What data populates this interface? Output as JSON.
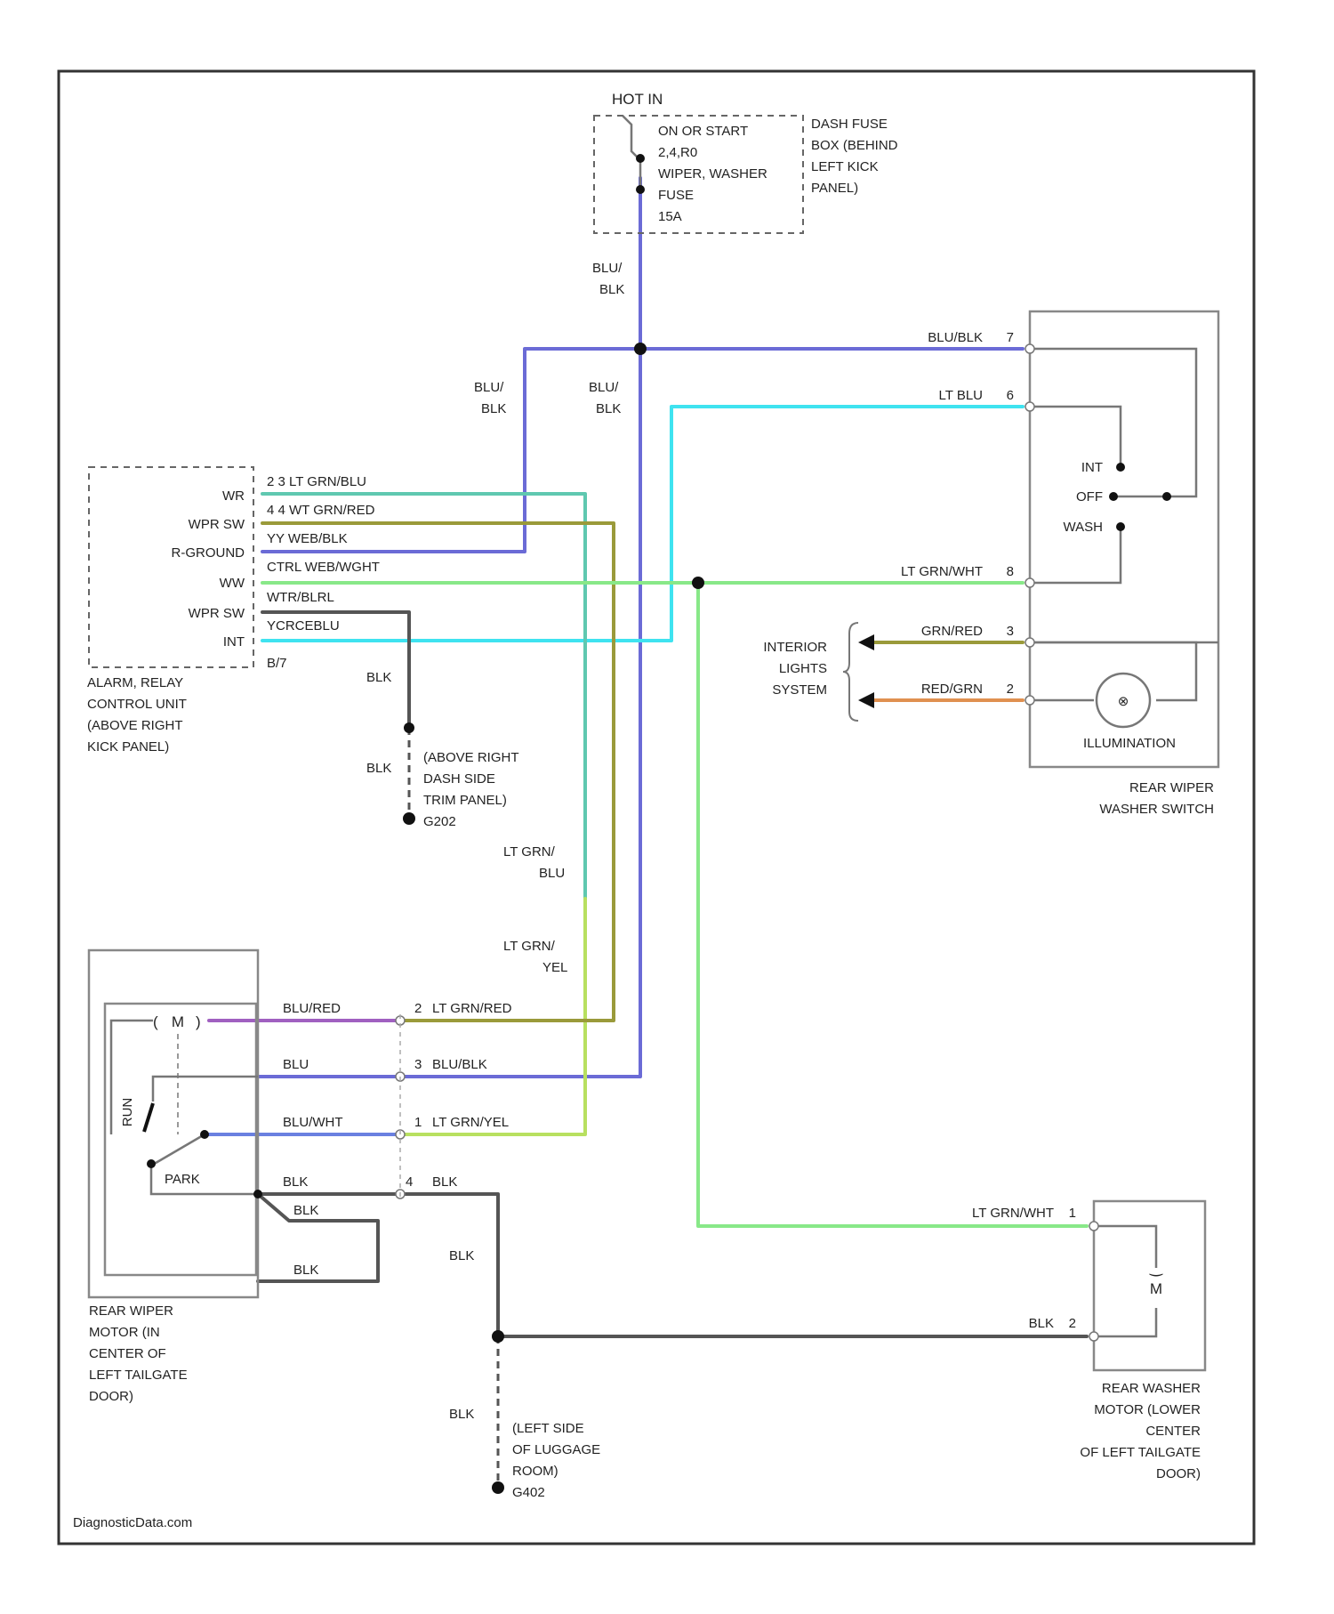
{
  "colors": {
    "blu_blk": "#6b6bd6",
    "lt_blu": "#3fe3f0",
    "lt_grn_blu": "#5fc8b0",
    "lt_grn_yel": "#b8e060",
    "lt_grn_wht": "#88e888",
    "blk": "#555555",
    "grn_red": "#9a9a3a",
    "red_grn": "#e09050",
    "blu_red": "#a060c0",
    "blu_wht": "#6a80e0"
  },
  "fuse": {
    "header": "HOT IN",
    "lines": [
      "ON OR START",
      "2,4,R0",
      "WIPER, WASHER",
      "FUSE",
      "15A"
    ],
    "location": [
      "DASH FUSE",
      "BOX (BEHIND",
      "LEFT KICK",
      "PANEL)"
    ],
    "wire": [
      "BLU/",
      "BLK"
    ]
  },
  "relay": {
    "pins": [
      "WR",
      "WPR SW",
      "R-GROUND",
      "WW",
      "WPR SW",
      "INT"
    ],
    "wires": [
      "2 3 LT GRN/BLU",
      "4 4 WT GRN/RED",
      "YY WEB/BLK",
      "CTRL WEB/WGHT",
      "WTR/BLRL",
      "YCRCEBLU"
    ],
    "connector": "B/7",
    "title": [
      "ALARM, RELAY",
      "CONTROL UNIT",
      "(ABOVE RIGHT",
      "KICK PANEL)"
    ]
  },
  "ground_g202": {
    "wire1": "BLK",
    "wire2": "BLK",
    "location": [
      "(ABOVE RIGHT",
      "DASH SIDE",
      "TRIM PANEL)",
      "G202"
    ]
  },
  "mid_labels": {
    "blu_blk_left": [
      "BLU/",
      "BLK"
    ],
    "blu_blk_mid": [
      "BLU/",
      "BLK"
    ],
    "lt_grn_blu": [
      "LT GRN/",
      "BLU"
    ],
    "lt_grn_yel": [
      "LT GRN/",
      "YEL"
    ]
  },
  "switch": {
    "wires": [
      {
        "name": "BLU/BLK",
        "pin": "7"
      },
      {
        "name": "LT BLU",
        "pin": "6"
      },
      {
        "name": "LT GRN/WHT",
        "pin": "8"
      },
      {
        "name": "GRN/RED",
        "pin": "3"
      },
      {
        "name": "RED/GRN",
        "pin": "2"
      }
    ],
    "positions": [
      "INT",
      "OFF",
      "WASH"
    ],
    "illumination": "ILLUMINATION",
    "title": [
      "REAR WIPER",
      "WASHER SWITCH"
    ]
  },
  "interior": [
    "INTERIOR",
    "LIGHTS",
    "SYSTEM"
  ],
  "motor": {
    "symbol": "M",
    "wires_left": [
      "BLU/RED",
      "BLU",
      "BLU/WHT",
      "BLK"
    ],
    "wires_right": [
      {
        "pin": "2",
        "name": "LT GRN/RED"
      },
      {
        "pin": "3",
        "name": "BLU/BLK"
      },
      {
        "pin": "1",
        "name": "LT GRN/YEL"
      },
      {
        "pin": "4",
        "name": "BLK"
      }
    ],
    "run": "RUN",
    "park": "PARK",
    "inner_wires": [
      "BLK",
      "BLK"
    ],
    "title": [
      "REAR WIPER",
      "MOTOR (IN",
      "CENTER OF",
      "LEFT TAILGATE",
      "DOOR)"
    ]
  },
  "washer": {
    "wire1": {
      "name": "LT GRN/WHT",
      "pin": "1"
    },
    "wire2": {
      "name": "BLK",
      "pin": "2"
    },
    "symbol": "M",
    "title": [
      "REAR WASHER",
      "MOTOR (LOWER",
      "CENTER",
      "OF LEFT TAILGATE",
      "DOOR)"
    ]
  },
  "ground_g402": {
    "wire": "BLK",
    "wire2": "BLK",
    "location": [
      "(LEFT SIDE",
      "OF LUGGAGE",
      "ROOM)",
      "G402"
    ]
  },
  "watermark": "DiagnosticData.com"
}
